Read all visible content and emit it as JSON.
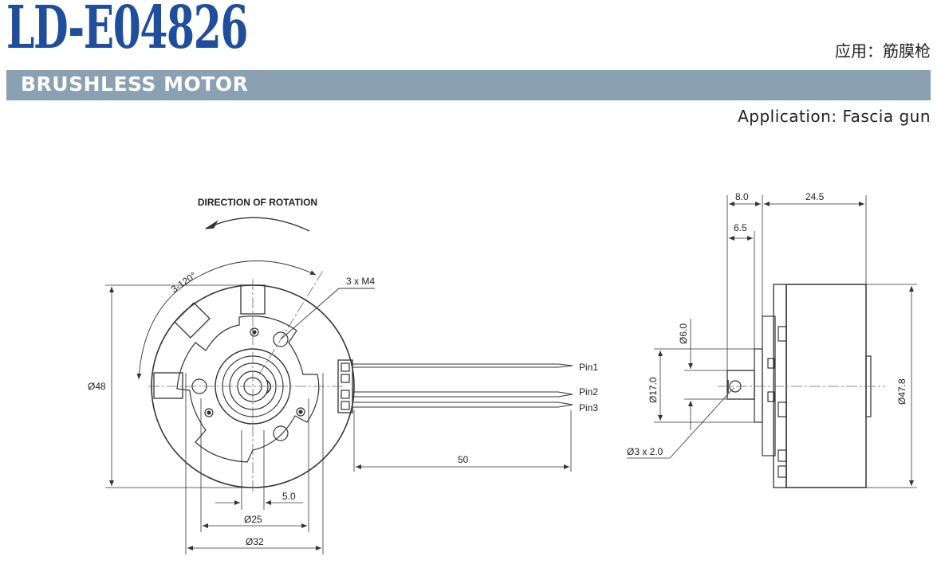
{
  "header": {
    "model": "LD-E04826",
    "subtitle": "BRUSHLESS MOTOR",
    "application_cn": "应用：筋膜枪",
    "application_en": "Application: Fascia gun"
  },
  "drawing": {
    "rotation_label": "DIRECTION OF ROTATION",
    "angle_label": "3-120°",
    "screw_label": "3 x M4",
    "pins": [
      "Pin1",
      "Pin2",
      "Pin3"
    ],
    "front_dims": {
      "outer_dia": "Ø48",
      "lead_length": "50",
      "small_offset": "5.0",
      "dia_25": "Ø25",
      "dia_32": "Ø32"
    },
    "side_dims": {
      "top_8": "8.0",
      "top_24": "24.5",
      "top_6_5": "6.5",
      "shaft_dia": "Ø6.0",
      "hub_dia": "Ø17.0",
      "body_dia": "Ø47.8",
      "shaft_hole": "Ø3 x 2.0"
    }
  }
}
